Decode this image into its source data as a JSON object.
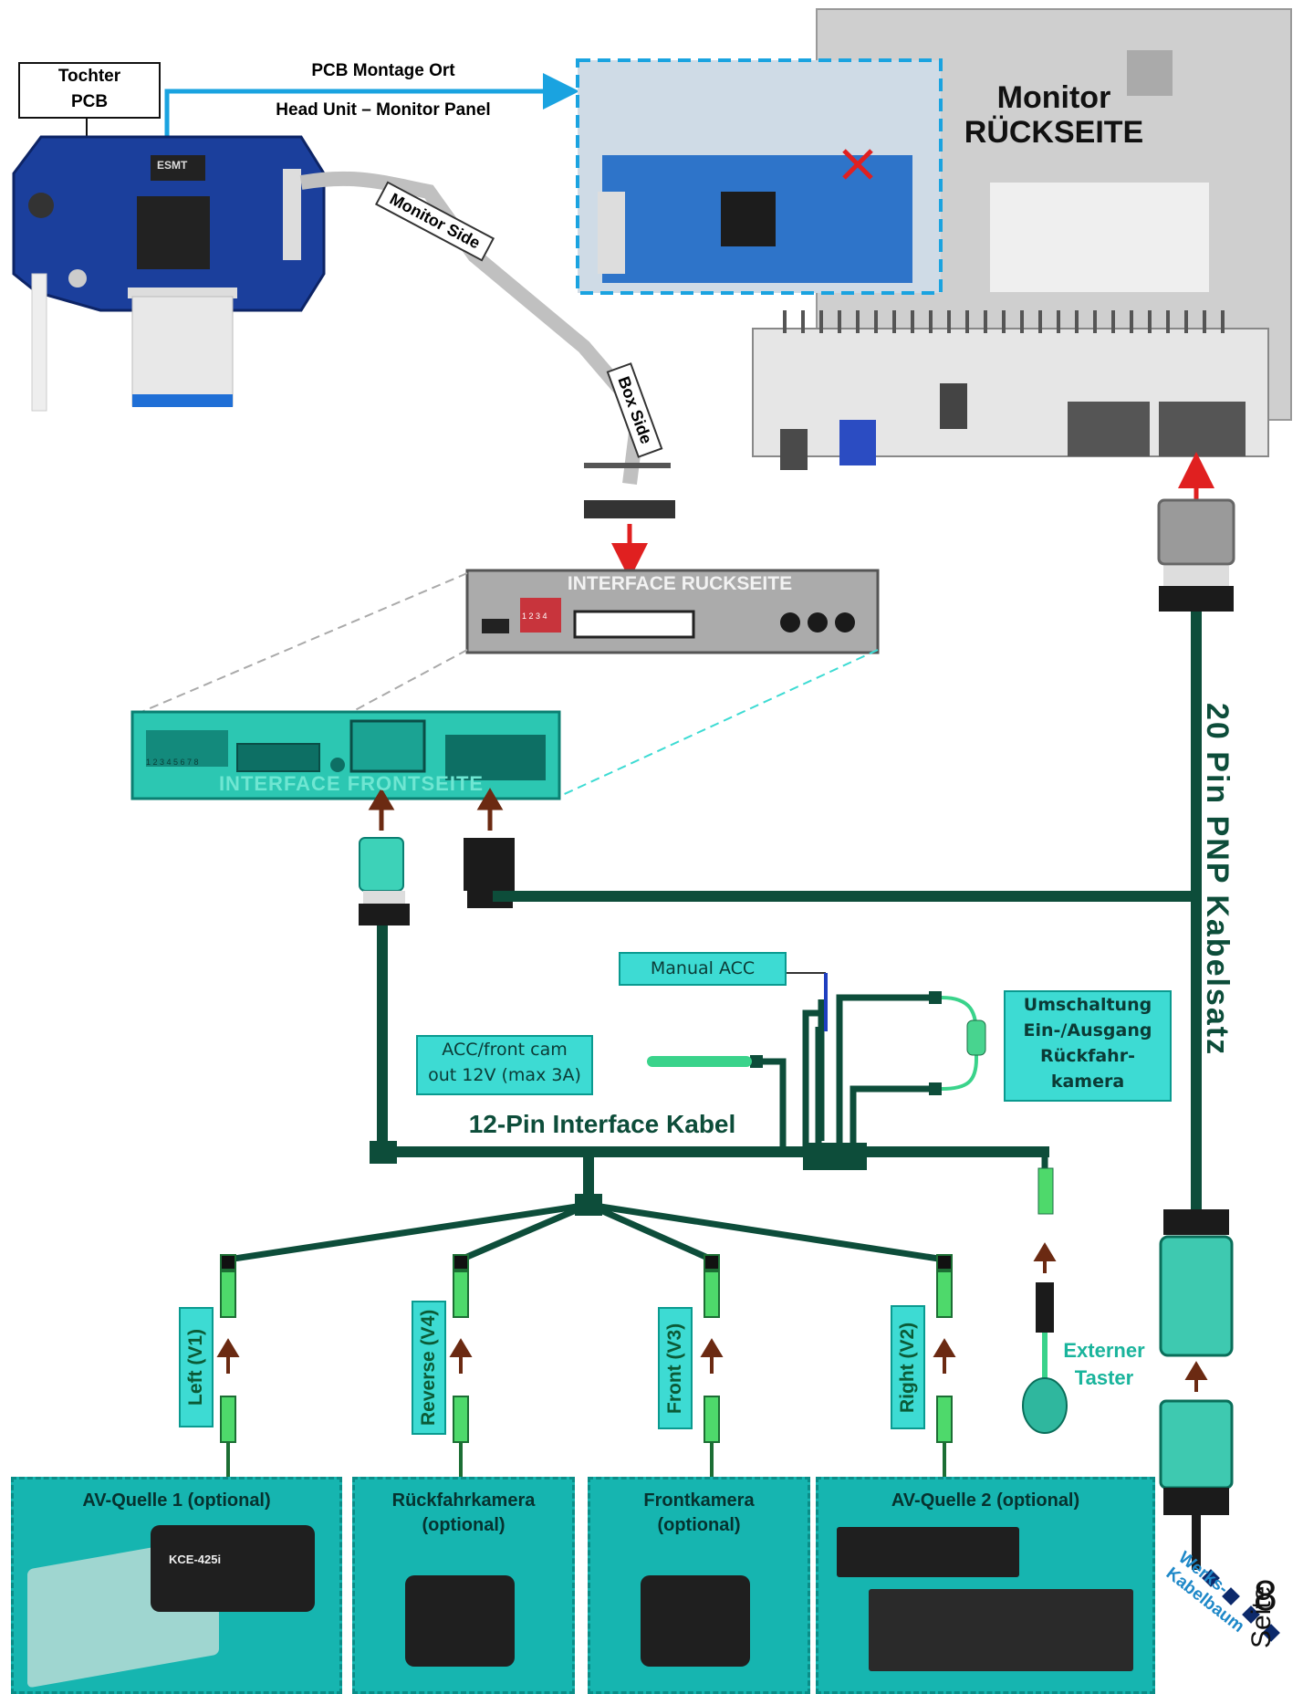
{
  "pcb": {
    "tochter_label": "Tochter\nPCB",
    "montage_line1": "PCB Montage Ort",
    "montage_line2": "Head Unit – Monitor Panel",
    "chip_label": "ESMT"
  },
  "cable": {
    "monitor_side": "Monitor Side",
    "box_side": "Box Side"
  },
  "monitor": {
    "title_line1": "Monitor",
    "title_line2": "RÜCKSEITE"
  },
  "interface": {
    "rear_label": "INTERFACE RUCKSEITE",
    "dip_numbers": "1 2 3 4",
    "front_label": "INTERFACE  FRONTSEITE",
    "front_dip_numbers": "1 2 3 4 5 6 7 8"
  },
  "harness": {
    "pnp_label": "20 Pin  PNP  Kabelsatz",
    "interface_cable": "12-Pin Interface Kabel",
    "werks": "Werks-Kabelbaum"
  },
  "labels": {
    "manual_acc": "Manual ACC",
    "acc_front_cam": "ACC/front cam\nout 12V (max 3A)",
    "umschaltung": "Umschaltung\nEin-/Ausgang\nRückfahr-\nkamera",
    "externer_taster": "Externer\nTaster"
  },
  "video_inputs": [
    {
      "label": "Left (V1)"
    },
    {
      "label": "Reverse (V4)"
    },
    {
      "label": "Front  (V3)"
    },
    {
      "label": "Right  (V2)"
    }
  ],
  "sources": [
    {
      "title": "AV-Quelle 1 (optional)",
      "device_label": "KCE-425i"
    },
    {
      "title": "Rückfahrkamera\n(optional)"
    },
    {
      "title": "Frontkamera\n(optional)"
    },
    {
      "title": "AV-Quelle 2 (optional)"
    }
  ],
  "page": {
    "page_word": "Seite",
    "page_number": "8"
  },
  "colors": {
    "wire": "#0d4d3a",
    "cyan": "#3ddbd3",
    "arrow_red": "#e02020",
    "arrow_brown": "#6b2a12",
    "blue_line": "#1aa3e0"
  }
}
